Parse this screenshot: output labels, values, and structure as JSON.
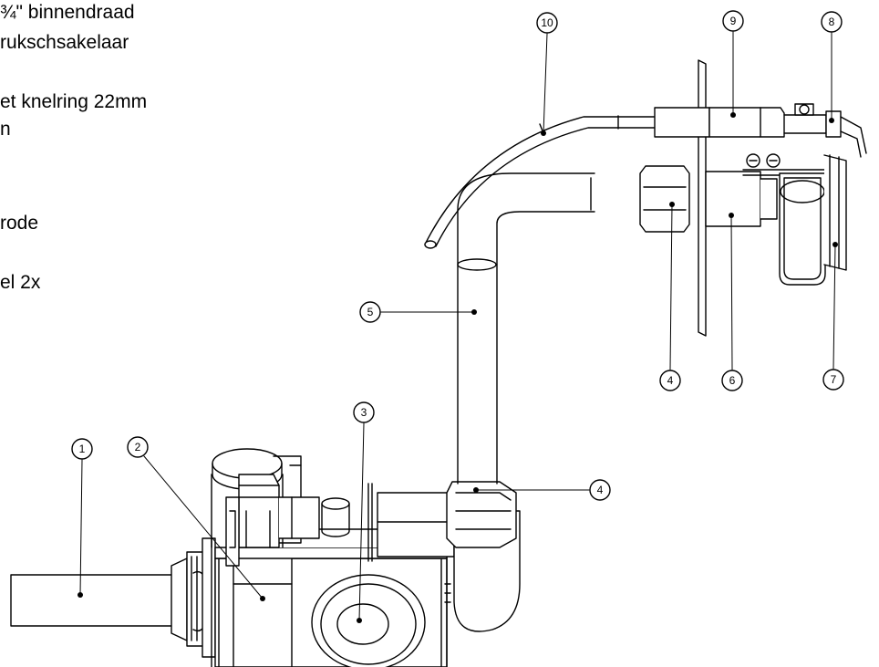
{
  "legend": {
    "lines": [
      "¾\" binnendraad",
      "rukschsakelaar",
      "et knelring 22mm",
      "n",
      "rode",
      "el 2x"
    ]
  },
  "callouts": [
    "1",
    "2",
    "3",
    "4",
    "5",
    "6",
    "7",
    "8",
    "9",
    "10",
    "4"
  ]
}
